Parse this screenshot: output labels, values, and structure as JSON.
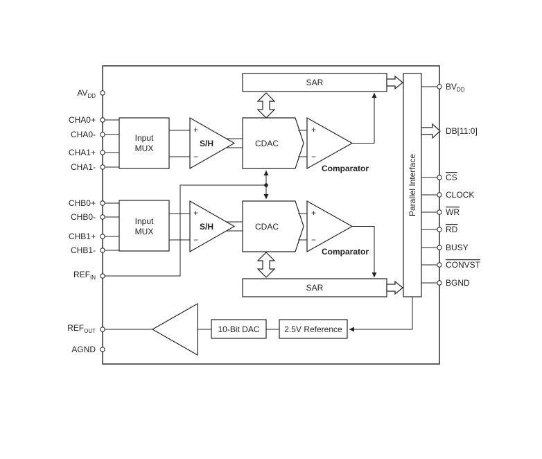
{
  "blocks": {
    "sar_top": "SAR",
    "sar_bottom": "SAR",
    "mux_a": [
      "Input",
      "MUX"
    ],
    "mux_b": [
      "Input",
      "MUX"
    ],
    "sh_a": "S/H",
    "sh_b": "S/H",
    "cdac_a": "CDAC",
    "cdac_b": "CDAC",
    "comparator_a": "Comparator",
    "comparator_b": "Comparator",
    "parallel_interface": "Parallel Interface",
    "dac": "10-Bit DAC",
    "reference": "2.5V Reference",
    "plus": "+",
    "minus": "−"
  },
  "left_pins": {
    "avdd": {
      "main": "AV",
      "sub": "DD"
    },
    "cha0p": "CHA0+",
    "cha0m": "CHA0-",
    "cha1p": "CHA1+",
    "cha1m": "CHA1-",
    "chb0p": "CHB0+",
    "chb0m": "CHB0-",
    "chb1p": "CHB1+",
    "chb1m": "CHB1-",
    "refin": {
      "main": "REF",
      "sub": "IN"
    },
    "refout": {
      "main": "REF",
      "sub": "OUT"
    },
    "agnd": "AGND"
  },
  "right_pins": {
    "bvdd": {
      "main": "BV",
      "sub": "DD"
    },
    "db": "DB[11:0]",
    "cs": "CS",
    "clock": "CLOCK",
    "wr": "WR",
    "rd": "RD",
    "busy": "BUSY",
    "convst": "CONVST",
    "bgnd": "BGND"
  }
}
